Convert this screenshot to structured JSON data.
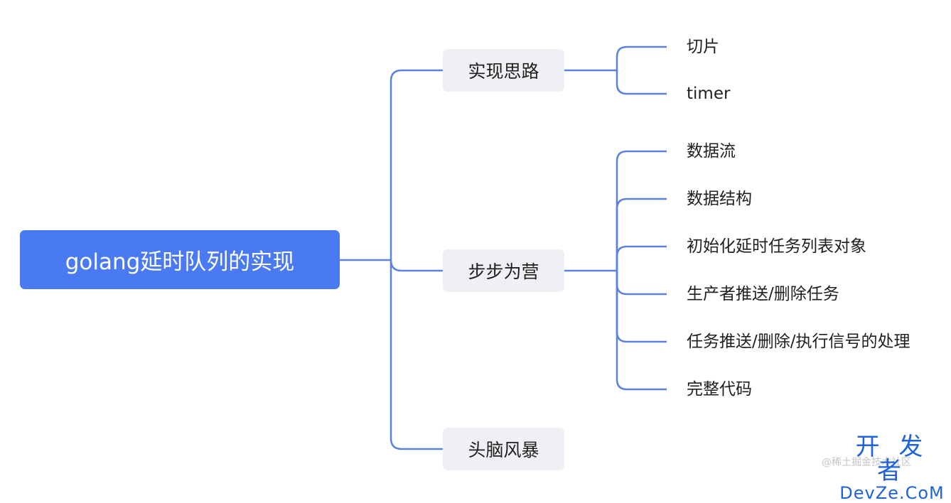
{
  "mindmap": {
    "root": {
      "label": "golang延时队列的实现"
    },
    "branches": [
      {
        "label": "实现思路",
        "children": [
          "切片",
          "timer"
        ]
      },
      {
        "label": "步步为营",
        "children": [
          "数据流",
          "数据结构",
          "初始化延时任务列表对象",
          "生产者推送/删除任务",
          "任务推送/删除/执行信号的处理",
          "完整代码"
        ]
      },
      {
        "label": "头脑风暴",
        "children": []
      }
    ]
  },
  "colors": {
    "root_fill": "#4a7af2",
    "branch_fill": "#eef0f3",
    "connector": "#5b82e0"
  },
  "watermark": {
    "small_text": "@稀土掘金技术社区",
    "brand_cn": "开 发 者",
    "brand_en": "DevZe.CoM"
  }
}
